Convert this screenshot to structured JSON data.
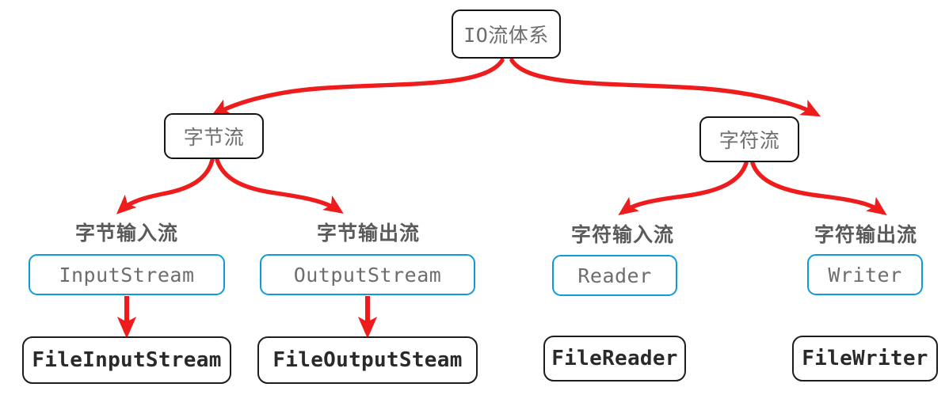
{
  "diagram": {
    "title": "IO流体系",
    "accent_red": "#ee1c1c",
    "accent_blue": "#0f9bdb",
    "outline_black": "#141414",
    "text_gray": "#6d6d6d",
    "heading_gray": "#5a5a5a",
    "background": "#ffffff"
  },
  "root": {
    "label": "IO流体系"
  },
  "branches": [
    {
      "label": "字节流",
      "children": [
        {
          "heading": "字节输入流",
          "abstract_class": "InputStream",
          "concrete_class": "FileInputStream",
          "has_inheritance_arrow": true
        },
        {
          "heading": "字节输出流",
          "abstract_class": "OutputStream",
          "concrete_class": "FileOutputSteam",
          "has_inheritance_arrow": true
        }
      ]
    },
    {
      "label": "字符流",
      "children": [
        {
          "heading": "字符输入流",
          "abstract_class": "Reader",
          "concrete_class": "FileReader",
          "has_inheritance_arrow": false
        },
        {
          "heading": "字符输出流",
          "abstract_class": "Writer",
          "concrete_class": "FileWriter",
          "has_inheritance_arrow": false
        }
      ]
    }
  ]
}
